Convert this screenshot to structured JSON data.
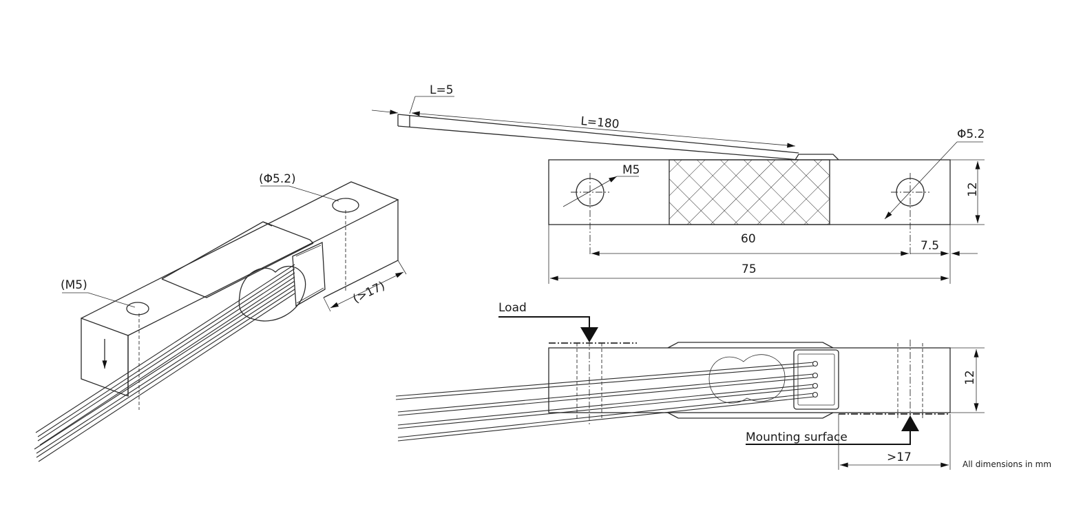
{
  "labels": {
    "l5": "L=5",
    "l180": "L=180",
    "phi52": "Φ5.2",
    "m5": "M5",
    "dim12_top": "12",
    "dim60": "60",
    "dim75": "75",
    "dim75b": "7.5",
    "load": "Load",
    "dim12_side": "12",
    "mounting": "Mounting surface",
    "gt17": ">17",
    "units": "All dimensions in mm",
    "iso_phi52": "(Φ5.2)",
    "iso_m5": "(M5)",
    "iso_gt17": "(>17)"
  }
}
